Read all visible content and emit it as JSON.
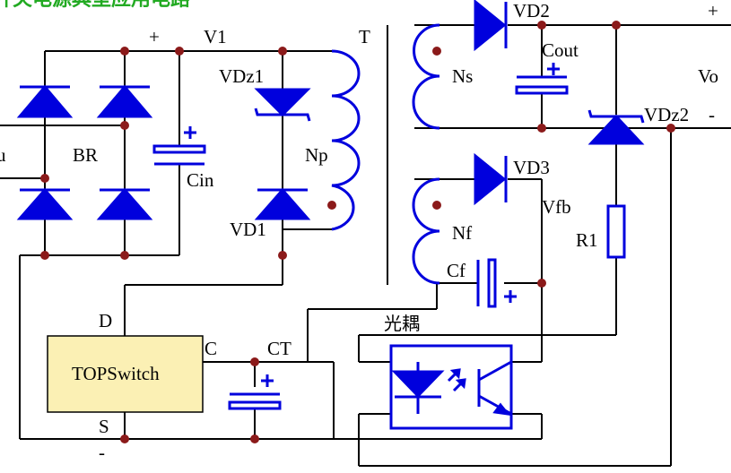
{
  "title_fragment": "…开关电源典型应用电路",
  "labels": {
    "plus_top": "+",
    "v1": "V1",
    "transformer": "T",
    "vd2": "VD2",
    "plus_out": "+",
    "cout": "Cout",
    "vo": "Vo",
    "ns": "Ns",
    "vdz1": "VDz1",
    "vdz2": "VDz2",
    "minus_out": "-",
    "input_u": "u",
    "br": "BR",
    "np": "Np",
    "cin": "Cin",
    "vd3": "VD3",
    "vfb": "Vfb",
    "vd1": "VD1",
    "nf": "Nf",
    "r1": "R1",
    "cf": "Cf",
    "optocoupler": "光耦",
    "d_pin": "D",
    "c_pin": "C",
    "ct": "CT",
    "chip": "TOPSwitch",
    "s_pin": "S",
    "minus_bottom": "-"
  },
  "colors": {
    "wire": "#000000",
    "component": "#0000dd",
    "node": "#8b1a1a",
    "chip_fill": "#fbf0b4",
    "title": "#22aa22"
  }
}
